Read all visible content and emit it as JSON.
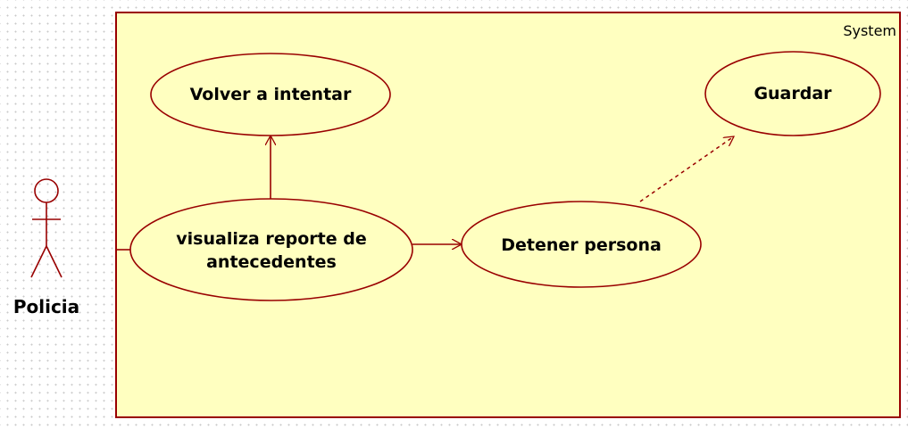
{
  "colors": {
    "boundary_fill": "#ffffc0",
    "stroke": "#990000",
    "text": "#000000",
    "grid_dot": "#c9c9c9"
  },
  "system": {
    "label": "System"
  },
  "actor": {
    "name": "Policia",
    "icon": "stick-figure-icon"
  },
  "use_cases": {
    "volver": {
      "label": "Volver a intentar"
    },
    "guardar": {
      "label": "Guardar"
    },
    "visualiza": {
      "label_line1": "visualiza reporte de",
      "label_line2": "antecedentes"
    },
    "detener": {
      "label": "Detener persona"
    }
  }
}
